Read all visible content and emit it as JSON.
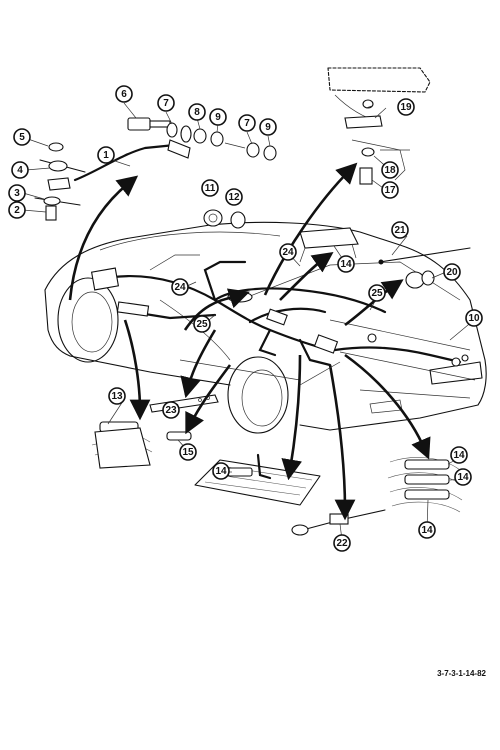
{
  "figure_code": "3-7-3-1-14-82",
  "callouts": [
    "1",
    "2",
    "3",
    "4",
    "5",
    "6",
    "7",
    "8",
    "9",
    "7",
    "9",
    "10",
    "11",
    "12",
    "13",
    "14",
    "14",
    "14",
    "14",
    "14",
    "15",
    "17",
    "18",
    "19",
    "20",
    "21",
    "22",
    "23",
    "24",
    "24",
    "25",
    "25"
  ]
}
